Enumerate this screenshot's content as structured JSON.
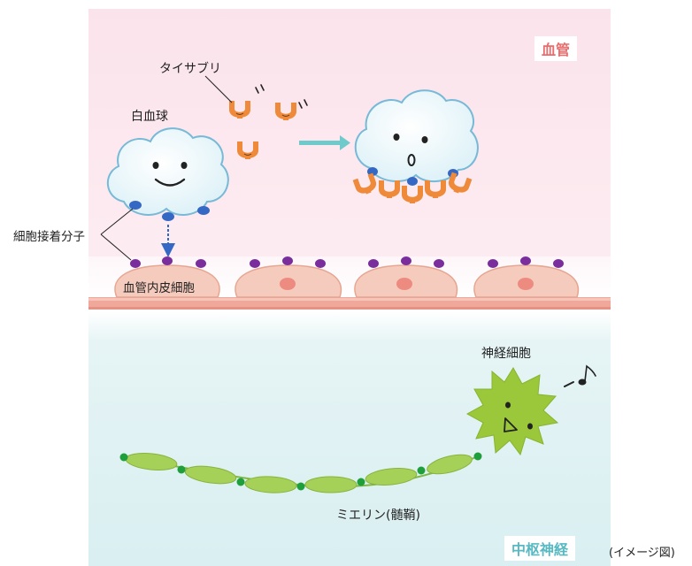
{
  "vessel_label": "血管",
  "cns_label": "中枢神経",
  "labels": {
    "tysabri": "タイサブリ",
    "leukocyte": "白血球",
    "adhesion": "細胞接着分子",
    "endothelial": "血管内皮細胞",
    "neuron": "神経細胞",
    "myelin": "ミエリン(髄鞘)",
    "image_note": "(イメージ図)"
  },
  "colors": {
    "vessel_bg": "#fbe4ec",
    "cns_bg": "#dcf0f2",
    "antibody": "#ee8a3a",
    "molecule": "#7a2d9c",
    "receptor": "#3568c4",
    "arrow": "#6fcbcb",
    "endothelial": "#f3c5b6",
    "endothelial_nucleus": "#ee8b80",
    "neuron": "#9bc83a",
    "myelin": "#a6d158",
    "node": "#1e9f3c",
    "vessel_tag": "#ea6c6c",
    "cns_tag": "#58b9c2"
  }
}
